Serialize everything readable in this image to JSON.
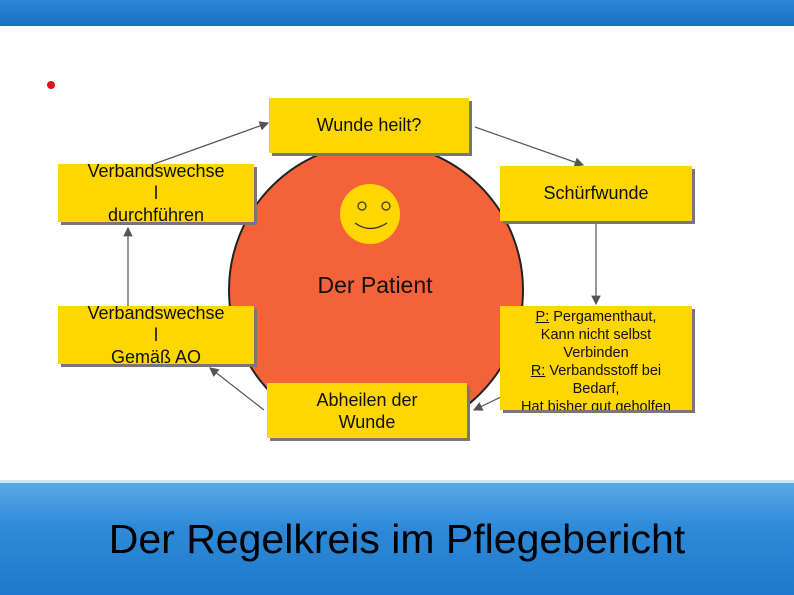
{
  "colors": {
    "circle": "#f4623a",
    "box": "#ffd700",
    "band": "#2e8ad8",
    "bullet": "#e0141e"
  },
  "icons": [
    "smiley-face-icon",
    "bullet-icon"
  ],
  "diagram": {
    "top_box": "Wunde heilt?",
    "right_top_box": "Schürfwunde",
    "right_bottom_box": {
      "p_label": "P:",
      "p_text": " Pergamenthaut,",
      "line2": "Kann nicht selbst",
      "line3": "Verbinden",
      "r_label": "R:",
      "r_text": " Verbandsstoff bei",
      "line5": "Bedarf,",
      "line6": "Hat bisher gut geholfen"
    },
    "bottom_box": {
      "line1": "Abheilen der",
      "line2": "Wunde"
    },
    "left_bottom_box": {
      "line1": "Verbandswechse",
      "line2": "l",
      "line3": "Gemäß AO"
    },
    "left_top_box": {
      "line1": "Verbandswechse",
      "line2": "l",
      "line3": "durchführen"
    },
    "center_label": "Der Patient"
  },
  "title": "Der Regelkreis im Pflegebericht"
}
